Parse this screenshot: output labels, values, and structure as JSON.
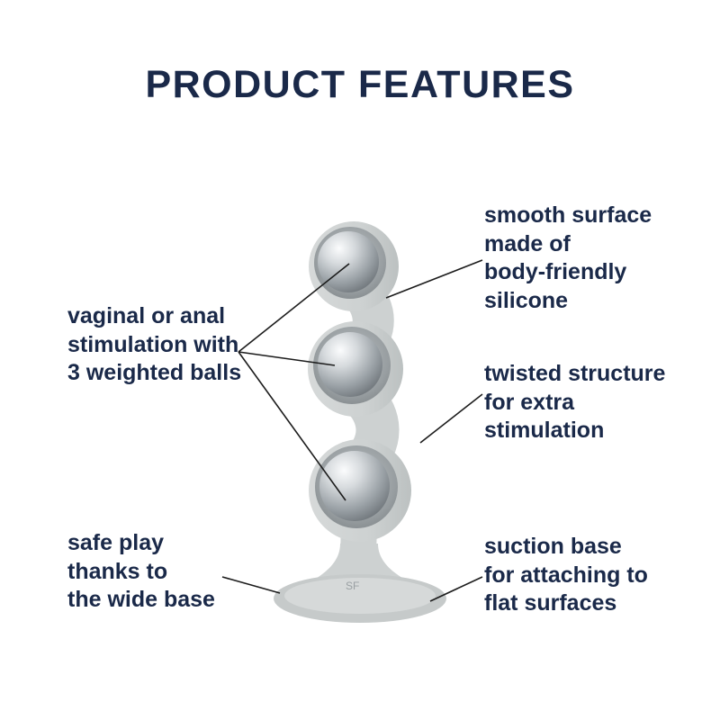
{
  "page": {
    "title": "PRODUCT FEATURES",
    "background_color": "#ffffff",
    "text_color": "#1a2949",
    "line_color": "#1c1c1c",
    "product_gray": "#cdd1d1"
  },
  "product": {
    "name": "weighted-ball plug with suction base",
    "brand_mark": "SF",
    "ball_count": "3"
  },
  "callouts": [
    {
      "id": "weighted-balls",
      "side": "left",
      "text": "vaginal or anal\nstimulation with\n3 weighted balls"
    },
    {
      "id": "smooth-surface",
      "side": "right",
      "text": "smooth surface\nmade of\nbody-friendly\nsilicone"
    },
    {
      "id": "twisted-structure",
      "side": "right",
      "text": "twisted structure\nfor extra\nstimulation"
    },
    {
      "id": "safe-play",
      "side": "left",
      "text": "safe play\nthanks to\nthe wide base"
    },
    {
      "id": "suction-base",
      "side": "right",
      "text": "suction base\nfor attaching to\nflat surfaces"
    }
  ]
}
